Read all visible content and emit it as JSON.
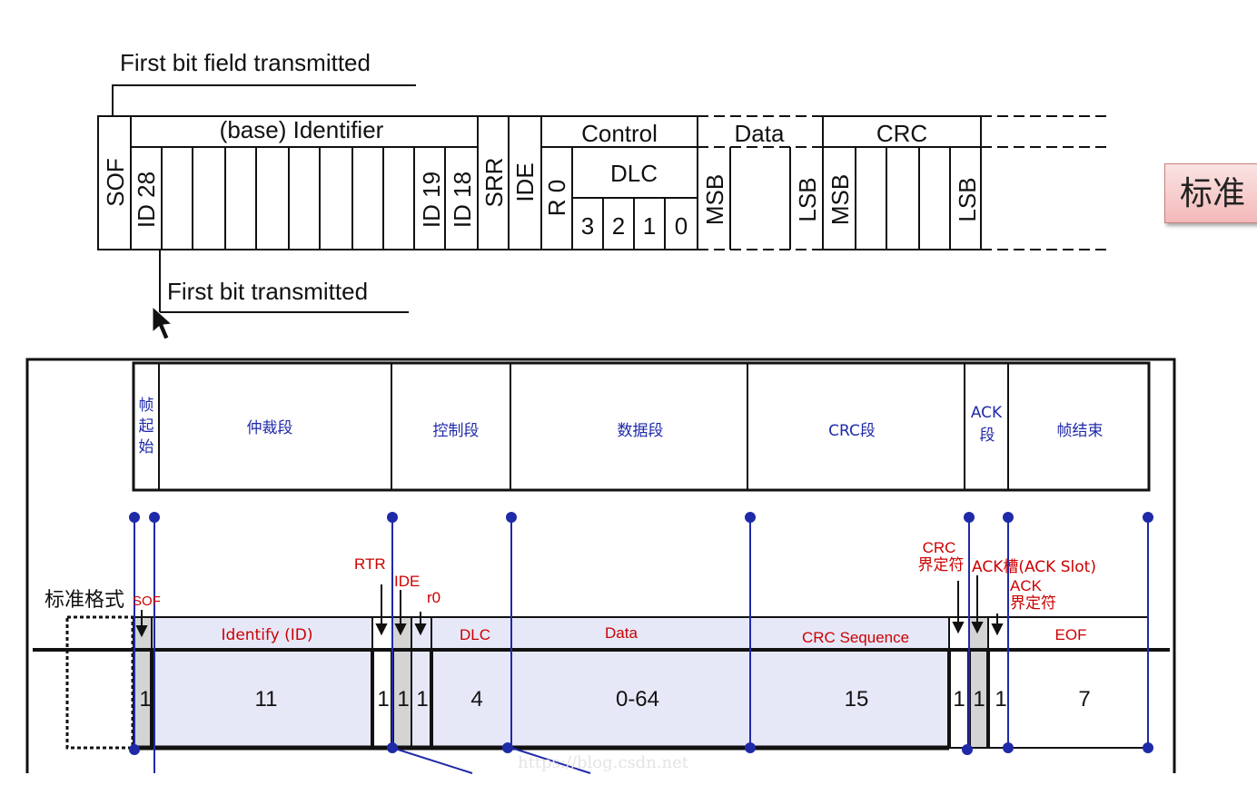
{
  "top": {
    "first_bit_field": "First bit field transmitted",
    "first_bit": "First bit transmitted",
    "sof": "SOF",
    "id28": "ID 28",
    "base_identifier": "(base) Identifier",
    "id19": "ID 19",
    "id18": "ID 18",
    "srr": "SRR",
    "ide": "IDE",
    "control": "Control",
    "r0": "R 0",
    "dlc": "DLC",
    "dlc_bits": [
      "3",
      "2",
      "1",
      "0"
    ],
    "data": "Data",
    "msb": "MSB",
    "lsb": "LSB",
    "crc": "CRC",
    "crc_msb": "MSB",
    "crc_lsb": "LSB"
  },
  "badge": "标准",
  "segments": {
    "frame_start": [
      "帧",
      "起",
      "始"
    ],
    "arbitration": "仲裁段",
    "control": "控制段",
    "data": "数据段",
    "crc": "CRC段",
    "ack": [
      "ACK",
      "段"
    ],
    "frame_end": "帧结束"
  },
  "bottom": {
    "format_label": "标准格式",
    "labels": {
      "sof": "SOF",
      "rtr": "RTR",
      "ide": "IDE",
      "r0": "r0",
      "crc_delim": [
        "CRC",
        "界定符"
      ],
      "ack_slot": "ACK槽(ACK Slot)",
      "ack_delim": [
        "ACK",
        "界定符"
      ]
    },
    "fields": {
      "identify": "Identify  (ID)",
      "dlc": "DLC",
      "data": "Data",
      "crc_seq": "CRC Sequence",
      "eof": "EOF"
    },
    "bits": {
      "sof": "1",
      "id": "11",
      "rtr": "1",
      "ide": "1",
      "r0": "1",
      "dlc": "4",
      "data": "0-64",
      "crc": "15",
      "crc_delim": "1",
      "ack_slot": "1",
      "ack_delim": "1",
      "eof": "7"
    },
    "watermark": "https://blog.csdn.net"
  },
  "colors": {
    "field_fill": "#e6e8f8",
    "bit_fill": "#d4d4d4",
    "marker": "#1f2aa8",
    "red_label": "#cc0000",
    "blue_label": "#1f2aa8"
  }
}
